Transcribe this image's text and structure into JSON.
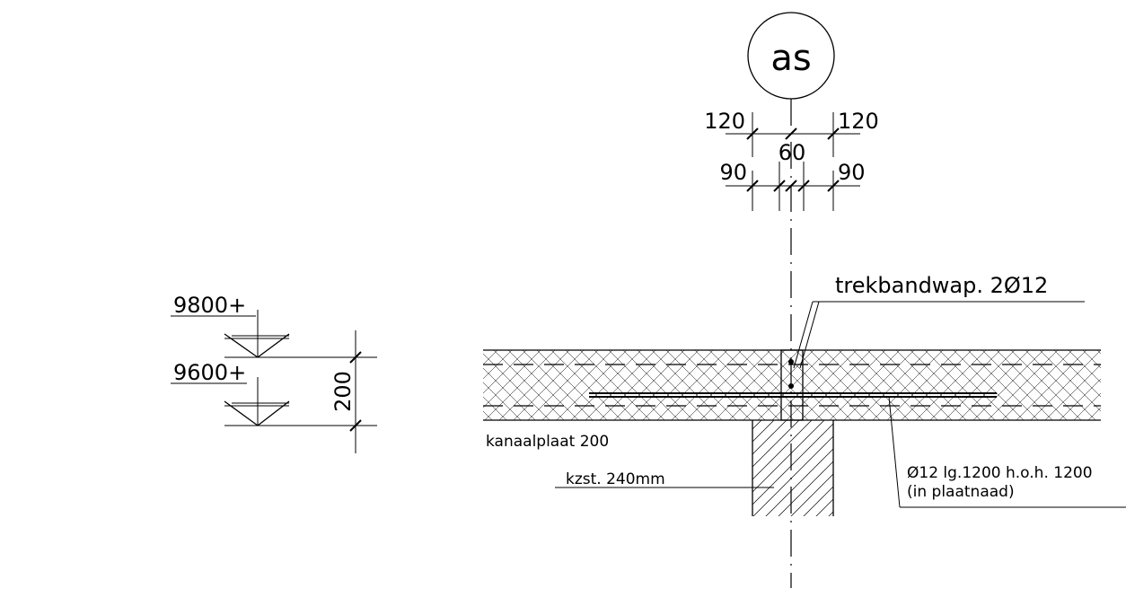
{
  "axis_marker": {
    "label": "as"
  },
  "dimensions": {
    "top_left": "120",
    "top_right": "120",
    "middle": "60",
    "lower_left": "90",
    "lower_right": "90",
    "slab_height": "200"
  },
  "levels": {
    "upper": "9800+",
    "lower": "9600+"
  },
  "labels": {
    "tie_beam_reinforcement": "trekbandwap. 2Ø12",
    "hollow_core_slab": "kanaalplaat 200",
    "wall": "kzst. 240mm",
    "bar_spec_line1": "Ø12 lg.1200 h.o.h. 1200",
    "bar_spec_line2": "(in plaatnaad)"
  }
}
